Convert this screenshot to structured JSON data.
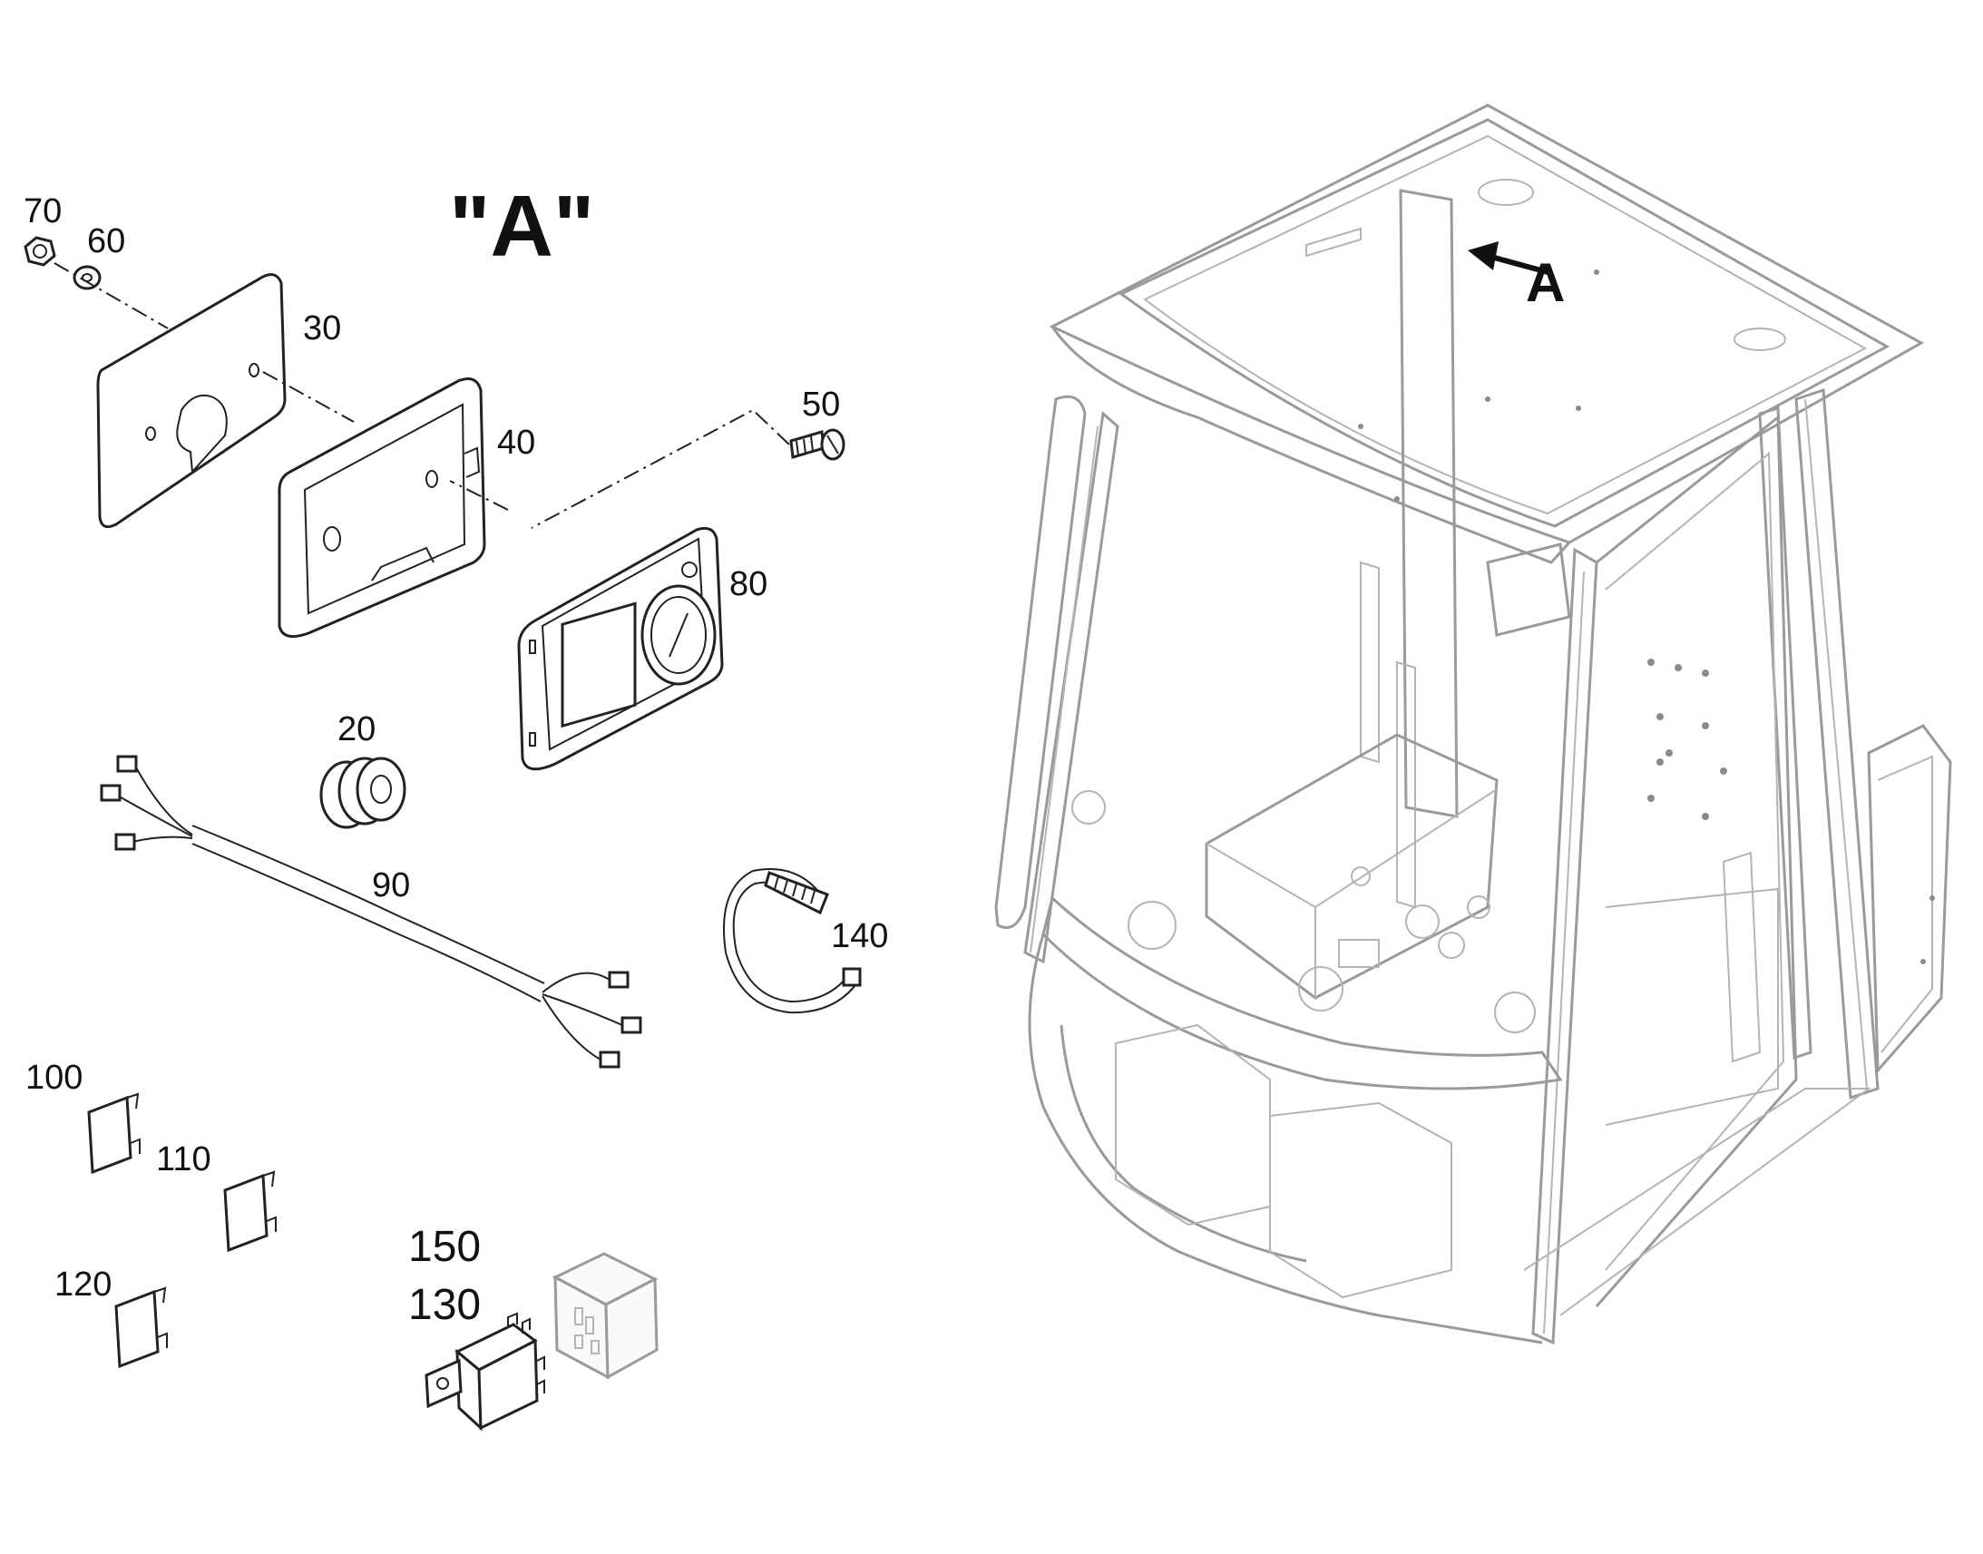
{
  "detail_label": "\"A\"",
  "view_arrow_label": "A",
  "callouts": {
    "c70": "70",
    "c60": "60",
    "c30": "30",
    "c40": "40",
    "c50": "50",
    "c80": "80",
    "c20": "20",
    "c90": "90",
    "c140": "140",
    "c100": "100",
    "c110": "110",
    "c120": "120",
    "c150": "150",
    "c130": "130"
  },
  "colors": {
    "line": "#222222",
    "ghost_line": "#9a9a9a",
    "background": "#ffffff"
  }
}
